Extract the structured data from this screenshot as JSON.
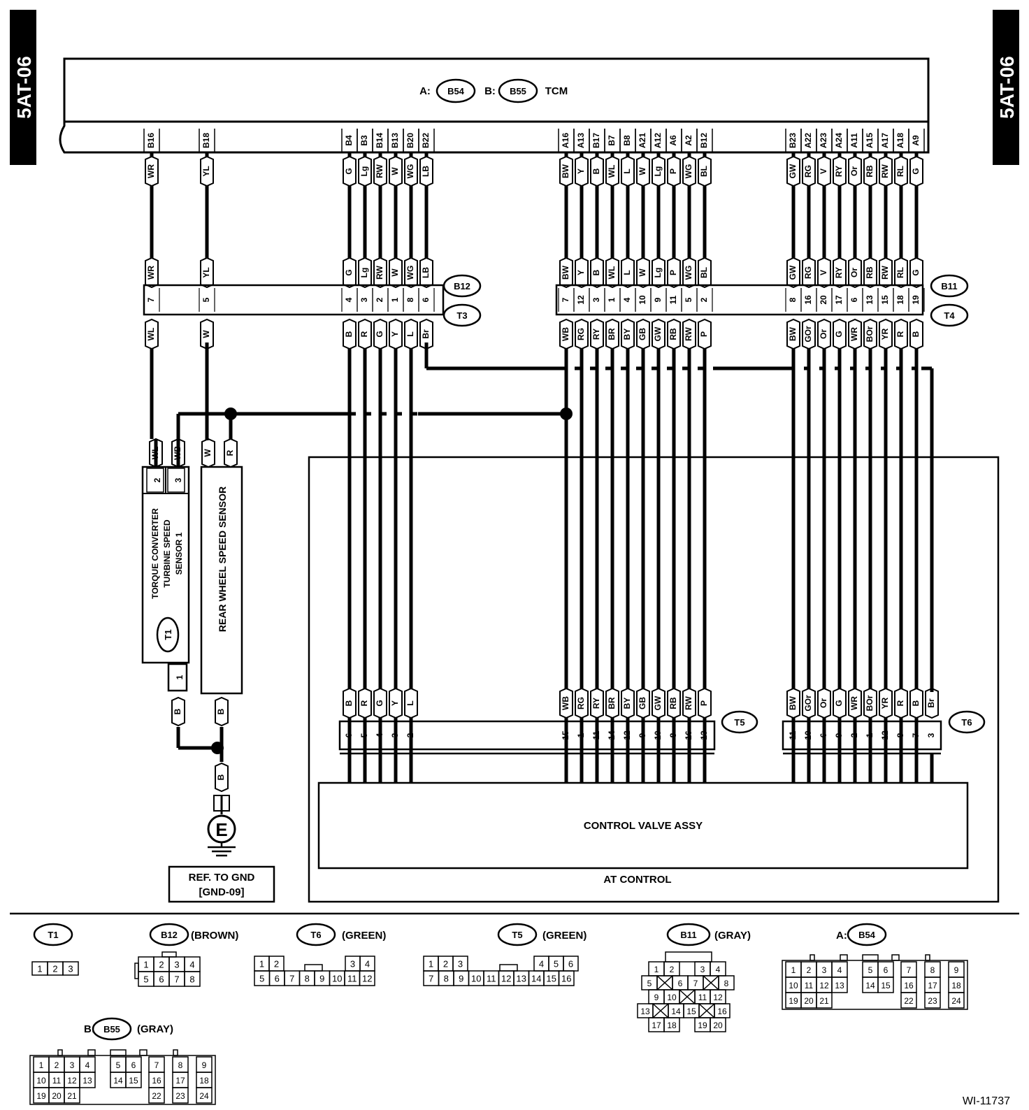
{
  "page_tag": "5AT-06",
  "tcm": {
    "a_label": "A:",
    "a_conn": "B54",
    "b_label": "B:",
    "b_conn": "B55",
    "name": "TCM"
  },
  "groups": [
    {
      "xs": [
        217,
        296
      ],
      "tcm_pins": [
        "B16",
        "B18"
      ],
      "top_colors": [
        "WR",
        "YL"
      ],
      "conn_pins": [
        "7",
        "5"
      ],
      "bot_colors": [
        "WL",
        "W"
      ]
    },
    {
      "xs": [
        500,
        522,
        544,
        566,
        588,
        610
      ],
      "tcm_pins": [
        "B4",
        "B3",
        "B14",
        "B13",
        "B20",
        "B22"
      ],
      "top_colors": [
        "G",
        "Lg",
        "RW",
        "W",
        "WG",
        "LB"
      ],
      "conn_pins": [
        "4",
        "3",
        "2",
        "1",
        "8",
        "6"
      ],
      "bot_colors": [
        "B",
        "R",
        "G",
        "Y",
        "L",
        "Br"
      ]
    },
    {
      "xs": [
        810,
        832,
        854,
        876,
        898,
        920,
        942,
        964,
        986,
        1008
      ],
      "tcm_pins": [
        "A16",
        "A13",
        "B17",
        "B7",
        "B8",
        "A21",
        "A12",
        "A6",
        "A2",
        "B12"
      ],
      "top_colors": [
        "BW",
        "Y",
        "B",
        "WL",
        "L",
        "W",
        "Lg",
        "P",
        "WG",
        "BL"
      ],
      "conn_pins": [
        "7",
        "12",
        "3",
        "1",
        "4",
        "10",
        "9",
        "11",
        "5",
        "2"
      ],
      "bot_colors": [
        "WB",
        "RG",
        "RY",
        "BR",
        "BY",
        "GB",
        "GW",
        "RB",
        "RW",
        "P"
      ]
    },
    {
      "xs": [
        1135,
        1157,
        1179,
        1201,
        1223,
        1245,
        1267,
        1289,
        1311
      ],
      "tcm_pins": [
        "B23",
        "A22",
        "A23",
        "A24",
        "A11",
        "A15",
        "A17",
        "A18",
        "A9"
      ],
      "top_colors": [
        "GW",
        "RG",
        "V",
        "RY",
        "Or",
        "RB",
        "RW",
        "RL",
        "G"
      ],
      "conn_pins": [
        "8",
        "16",
        "20",
        "17",
        "6",
        "13",
        "15",
        "18",
        "19"
      ],
      "bot_colors": [
        "BW",
        "GOr",
        "Or",
        "G",
        "WR",
        "BOr",
        "YR",
        "R",
        "B"
      ]
    }
  ],
  "connectors": {
    "b12": "B12",
    "t3": "T3",
    "b11": "B11",
    "t4": "T4",
    "t5": "T5",
    "t6": "T6",
    "t1": "T1"
  },
  "sensor_t1": {
    "pins": [
      "2",
      "3"
    ],
    "colors": [
      "WL",
      "WB"
    ],
    "line1": "TORQUE CONVERTER",
    "line2": "TURBINE SPEED",
    "line3": "SENSOR 1",
    "gnd_pin": "1",
    "gnd_color": "B"
  },
  "sensor_rear": {
    "pins_colors": [
      "W",
      "R"
    ],
    "name": "REAR WHEEL SPEED SENSOR",
    "gnd_color": "B"
  },
  "ground": {
    "wire_color": "B",
    "symbol": "E",
    "ref1": "REF. TO GND",
    "ref2": "[GND-09]"
  },
  "t5_block": {
    "top_colors_a": [
      "B",
      "R",
      "G",
      "Y",
      "L"
    ],
    "pins_a": [
      "6",
      "5",
      "4",
      "3",
      "2"
    ],
    "top_colors_b": [
      "WB",
      "RG",
      "RY",
      "BR",
      "BY",
      "GB",
      "GW",
      "RB",
      "RW",
      "P"
    ],
    "pins_b": [
      "15",
      "1",
      "11",
      "14",
      "12",
      "9",
      "10",
      "8",
      "16",
      "13"
    ]
  },
  "t6_block": {
    "top_colors": [
      "BW",
      "GOr",
      "Or",
      "G",
      "WR",
      "BOr",
      "YR",
      "R",
      "B",
      "Br"
    ],
    "pins": [
      "11",
      "10",
      "6",
      "9",
      "2",
      "1",
      "12",
      "8",
      "7",
      "3"
    ]
  },
  "control_valve": "CONTROL VALVE ASSY",
  "at_control": "AT CONTROL",
  "legend": {
    "t1": {
      "name": "T1",
      "cells": [
        "1",
        "2",
        "3"
      ]
    },
    "b12": {
      "name": "B12",
      "color": "(BROWN)",
      "row1": [
        "1",
        "2",
        "3",
        "4"
      ],
      "row2": [
        "5",
        "6",
        "7",
        "8"
      ]
    },
    "t6": {
      "name": "T6",
      "color": "(GREEN)",
      "row1a": [
        "1",
        "2"
      ],
      "row1b": [
        "3",
        "4"
      ],
      "row2": [
        "5",
        "6",
        "7",
        "8",
        "9",
        "10",
        "11",
        "12"
      ]
    },
    "t5": {
      "name": "T5",
      "color": "(GREEN)",
      "row1a": [
        "1",
        "2",
        "3"
      ],
      "row1b": [
        "4",
        "5",
        "6"
      ],
      "row2": [
        "7",
        "8",
        "9",
        "10",
        "11",
        "12",
        "13",
        "14",
        "15",
        "16"
      ]
    },
    "b11": {
      "name": "B11",
      "color": "(GRAY)"
    },
    "b54": {
      "prefix": "A:",
      "name": "B54"
    },
    "b55": {
      "prefix": "B:",
      "name": "B55",
      "color": "(GRAY)"
    }
  },
  "figure_id": "WI-11737"
}
